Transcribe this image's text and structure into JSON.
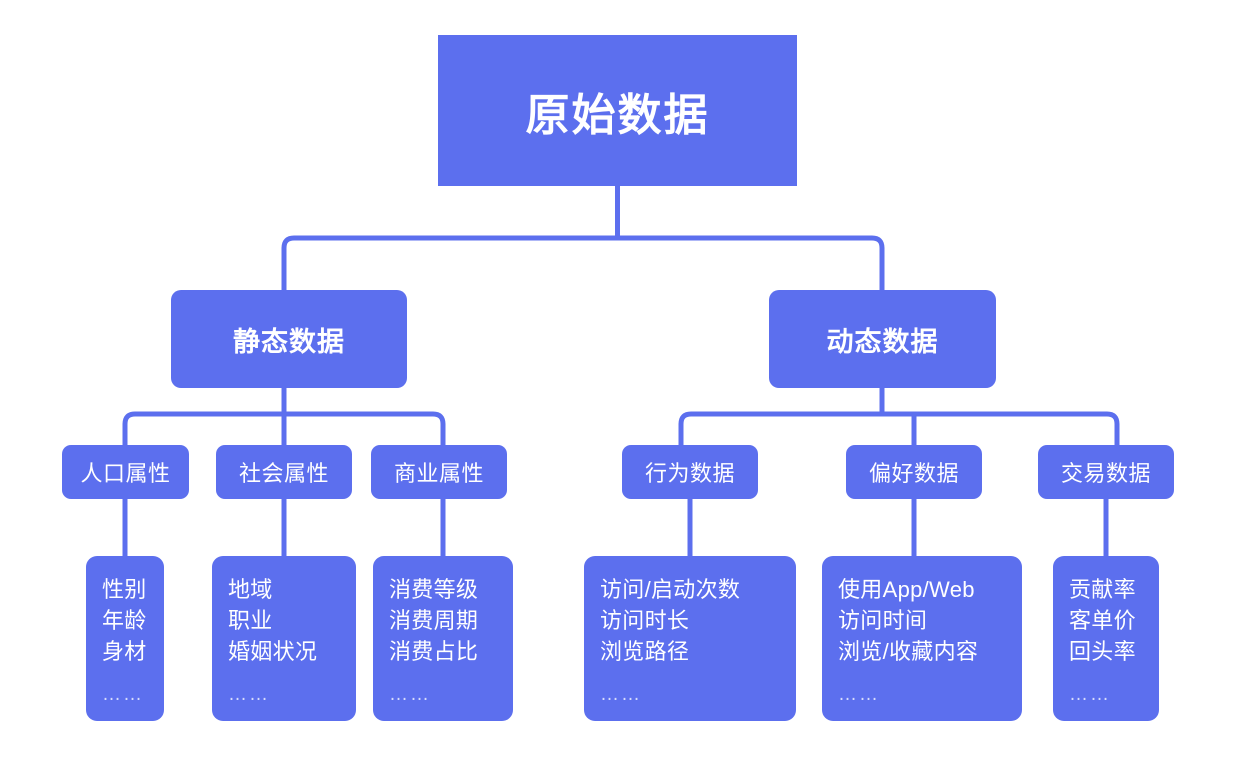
{
  "diagram": {
    "title": "原始数据",
    "accent_color": "#5c6fee",
    "text_color": "#ffffff",
    "ellipsis_color": "#d8ddfb",
    "background": "#ffffff",
    "ellipsis": "……"
  },
  "root": {
    "label": "原始数据"
  },
  "branches": [
    {
      "label": "静态数据",
      "children": [
        {
          "label": "人口属性",
          "details": [
            "性别",
            "年龄",
            "身材"
          ],
          "ellipsis": "……"
        },
        {
          "label": "社会属性",
          "details": [
            "地域",
            "职业",
            "婚姻状况"
          ],
          "ellipsis": "……"
        },
        {
          "label": "商业属性",
          "details": [
            "消费等级",
            "消费周期",
            "消费占比"
          ],
          "ellipsis": "……"
        }
      ]
    },
    {
      "label": "动态数据",
      "children": [
        {
          "label": "行为数据",
          "details": [
            "访问/启动次数",
            "访问时长",
            "浏览路径"
          ],
          "ellipsis": "……"
        },
        {
          "label": "偏好数据",
          "details": [
            "使用App/Web",
            "访问时间",
            "浏览/收藏内容"
          ],
          "ellipsis": "……"
        },
        {
          "label": "交易数据",
          "details": [
            "贡献率",
            "客单价",
            "回头率"
          ],
          "ellipsis": "……"
        }
      ]
    }
  ]
}
